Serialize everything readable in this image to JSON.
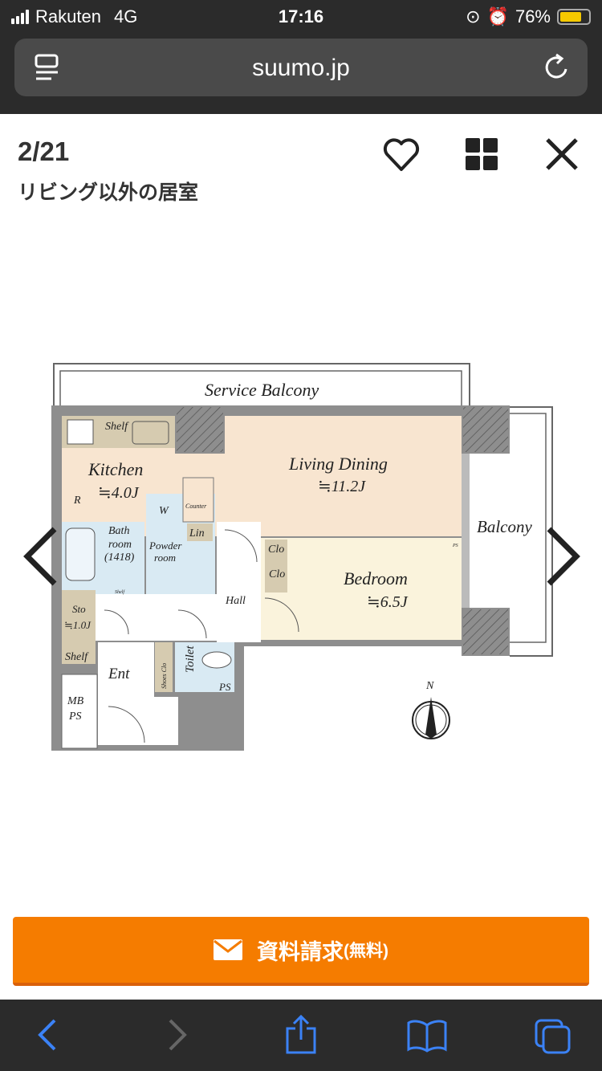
{
  "status_bar": {
    "carrier": "Rakuten",
    "network": "4G",
    "time": "17:16",
    "battery": "76%"
  },
  "browser": {
    "url": "suumo.jp"
  },
  "gallery": {
    "counter": "2/21",
    "caption": "リビング以外の居室"
  },
  "floor_plan": {
    "service_balcony": "Service Balcony",
    "kitchen": "Kitchen",
    "kitchen_size": "≒4.0J",
    "shelf_top": "Shelf",
    "living_dining": "Living Dining",
    "living_size": "≒11.2J",
    "r": "R",
    "w": "W",
    "counter": "Counter",
    "lin": "Lin",
    "bath_1": "Bath",
    "bath_2": "room",
    "bath_3": "(1418)",
    "powder_1": "Powder",
    "powder_2": "room",
    "shelf_small": "Shelf",
    "clo1": "Clo",
    "clo2": "Clo",
    "bedroom": "Bedroom",
    "bedroom_size": "≒6.5J",
    "balcony": "Balcony",
    "ps_small": "PS",
    "hall": "Hall",
    "sto": "Sto",
    "sto_size": "≒1.0J",
    "shelf_bottom": "Shelf",
    "ent": "Ent",
    "shoes_clo": "Shoes Clo",
    "toilet": "Toilet",
    "ps": "PS",
    "mb": "MB",
    "mbps": "PS",
    "north": "N"
  },
  "cta": {
    "label": "資料請求",
    "sub": "(無料)"
  },
  "colors": {
    "accent": "#f57c00",
    "living": "#f8e5d0",
    "bath": "#d9eaf3",
    "bedroom": "#faf3dc",
    "storage": "#d6cbb0",
    "wall": "#8e8e8e"
  }
}
